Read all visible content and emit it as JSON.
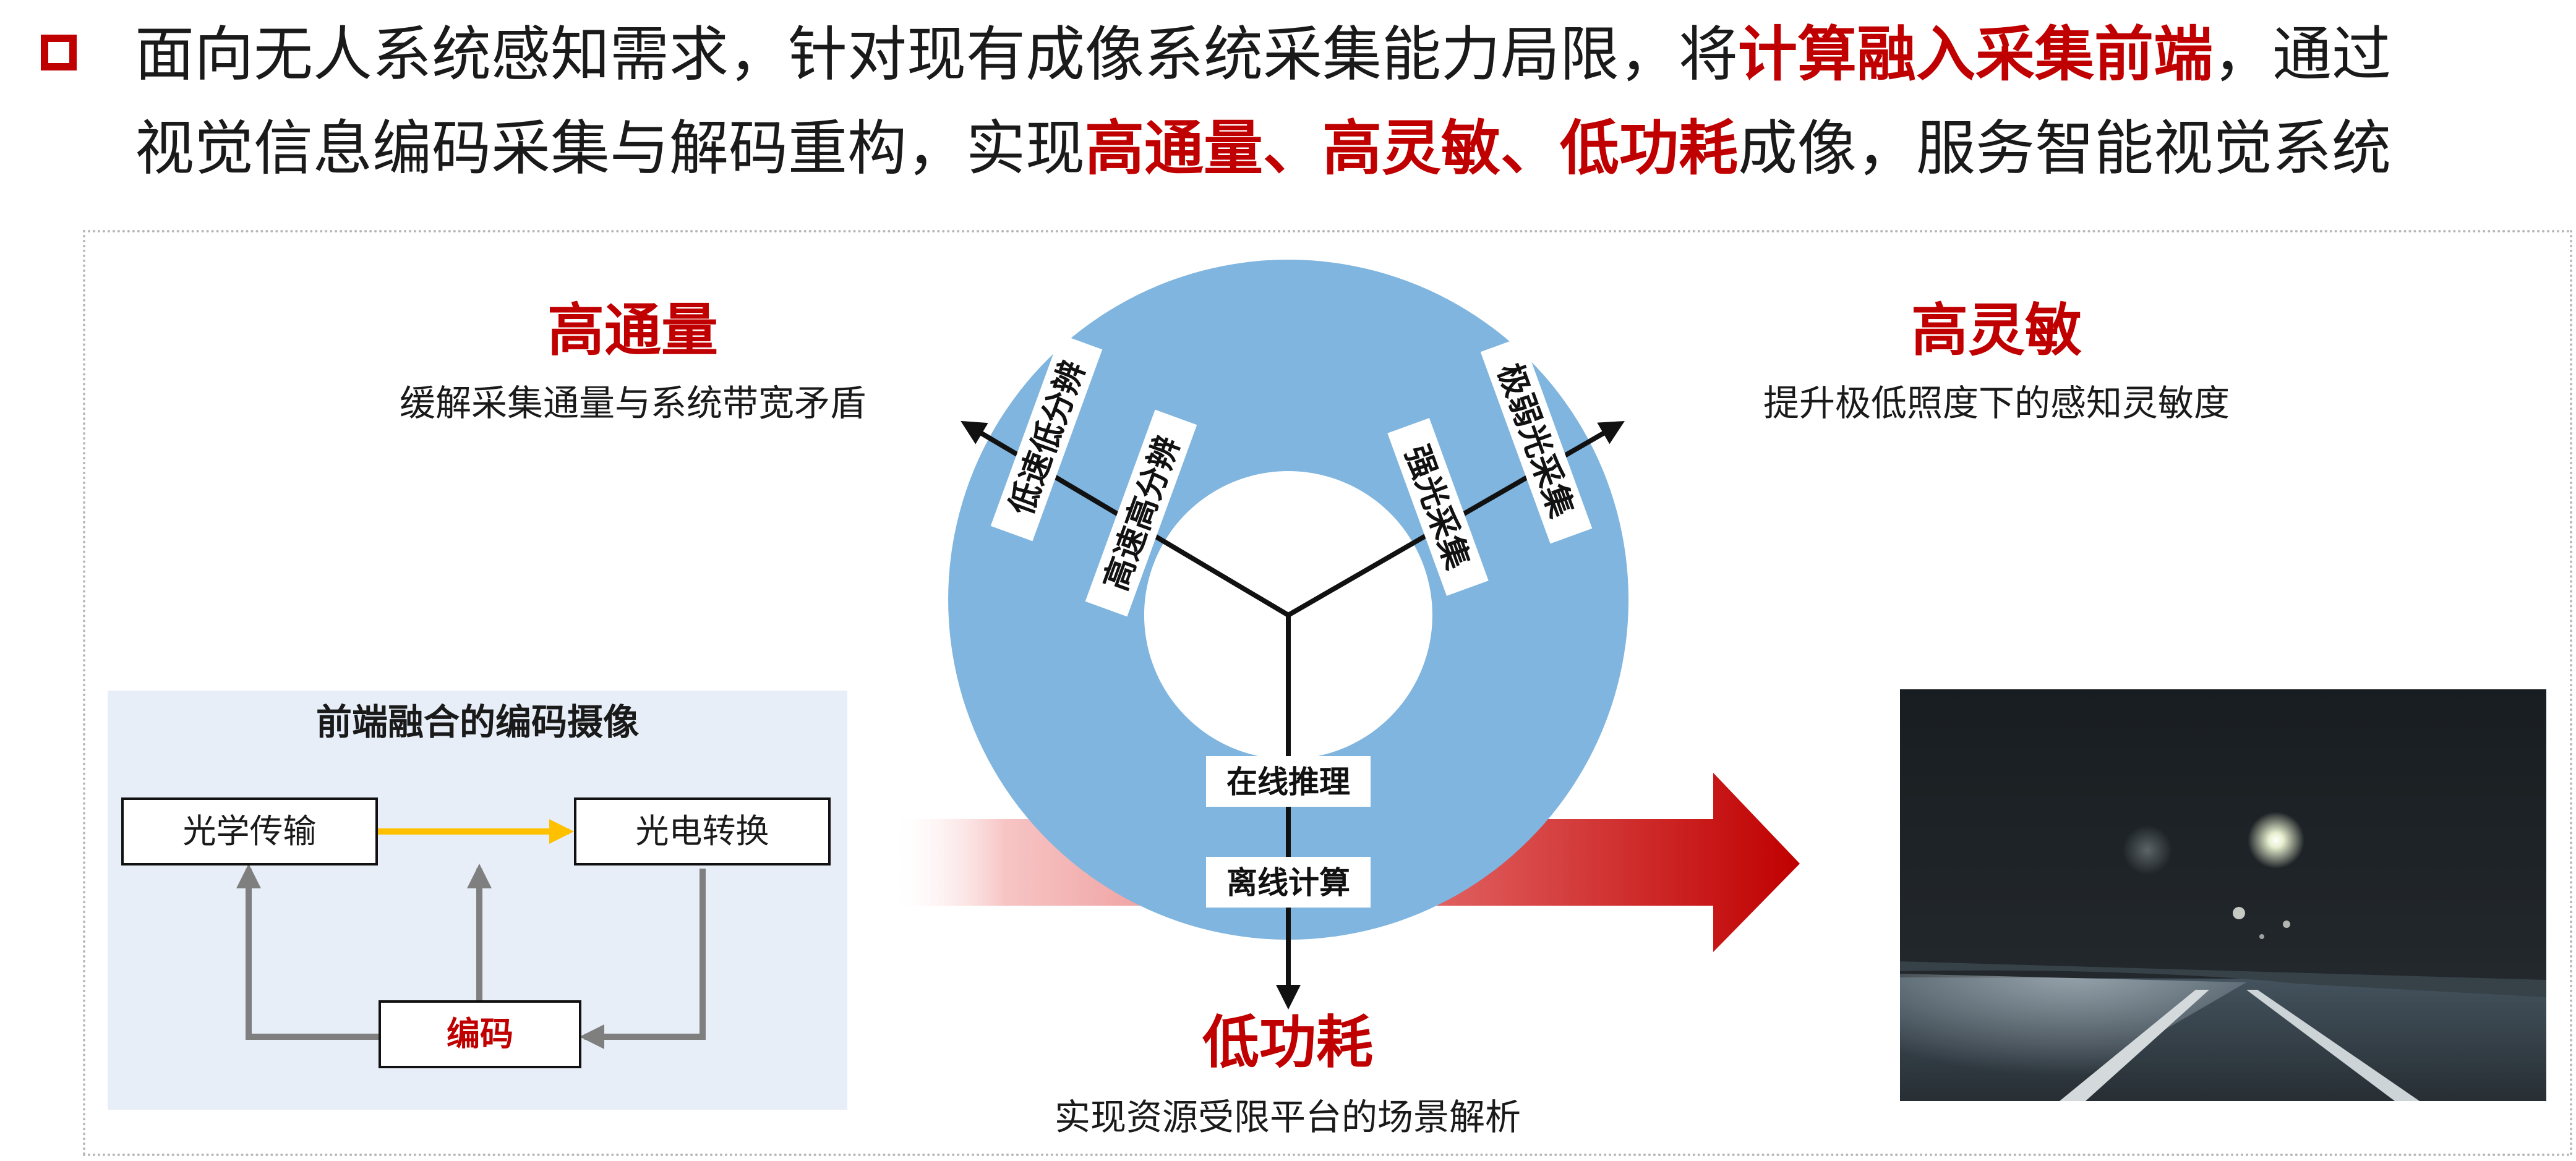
{
  "header": {
    "line1": [
      {
        "text": "面向无人系统感知需求，针对现有成像系统采集能力局限，将",
        "hl": false
      },
      {
        "text": "计算融入采集前端",
        "hl": true
      },
      {
        "text": "，通过",
        "hl": false
      }
    ],
    "line2": [
      {
        "text": "视觉信息编码采集与解码重构，实现",
        "hl": false
      },
      {
        "text": "高通量、高灵敏、低功耗",
        "hl": true
      },
      {
        "text": "成像，服务智能视觉系统",
        "hl": false
      }
    ]
  },
  "attributes": {
    "high_throughput": {
      "title": "高通量",
      "desc": "缓解采集通量与系统带宽矛盾"
    },
    "high_sensitivity": {
      "title": "高灵敏",
      "desc": "提升极低照度下的感知灵敏度"
    },
    "low_power": {
      "title": "低功耗",
      "desc": "实现资源受限平台的场景解析"
    }
  },
  "ring_labels": {
    "low_speed_low_res": "低速低分辨",
    "high_speed_high_res": "高速高分辨",
    "weak_light": "极弱光采集",
    "strong_light": "强光采集",
    "online_inference": "在线推理",
    "offline_compute": "离线计算"
  },
  "flow": {
    "title": "前端融合的编码摄像",
    "optical_transmission": "光学传输",
    "photoelectric_conversion": "光电转换",
    "encoding": "编码"
  },
  "colors": {
    "accent_red": "#c00000",
    "ring_blue": "#7fb5de",
    "flow_panel": "#e7eef7",
    "flow_yellow": "#ffc000",
    "flow_gray": "#7f7f7f"
  }
}
